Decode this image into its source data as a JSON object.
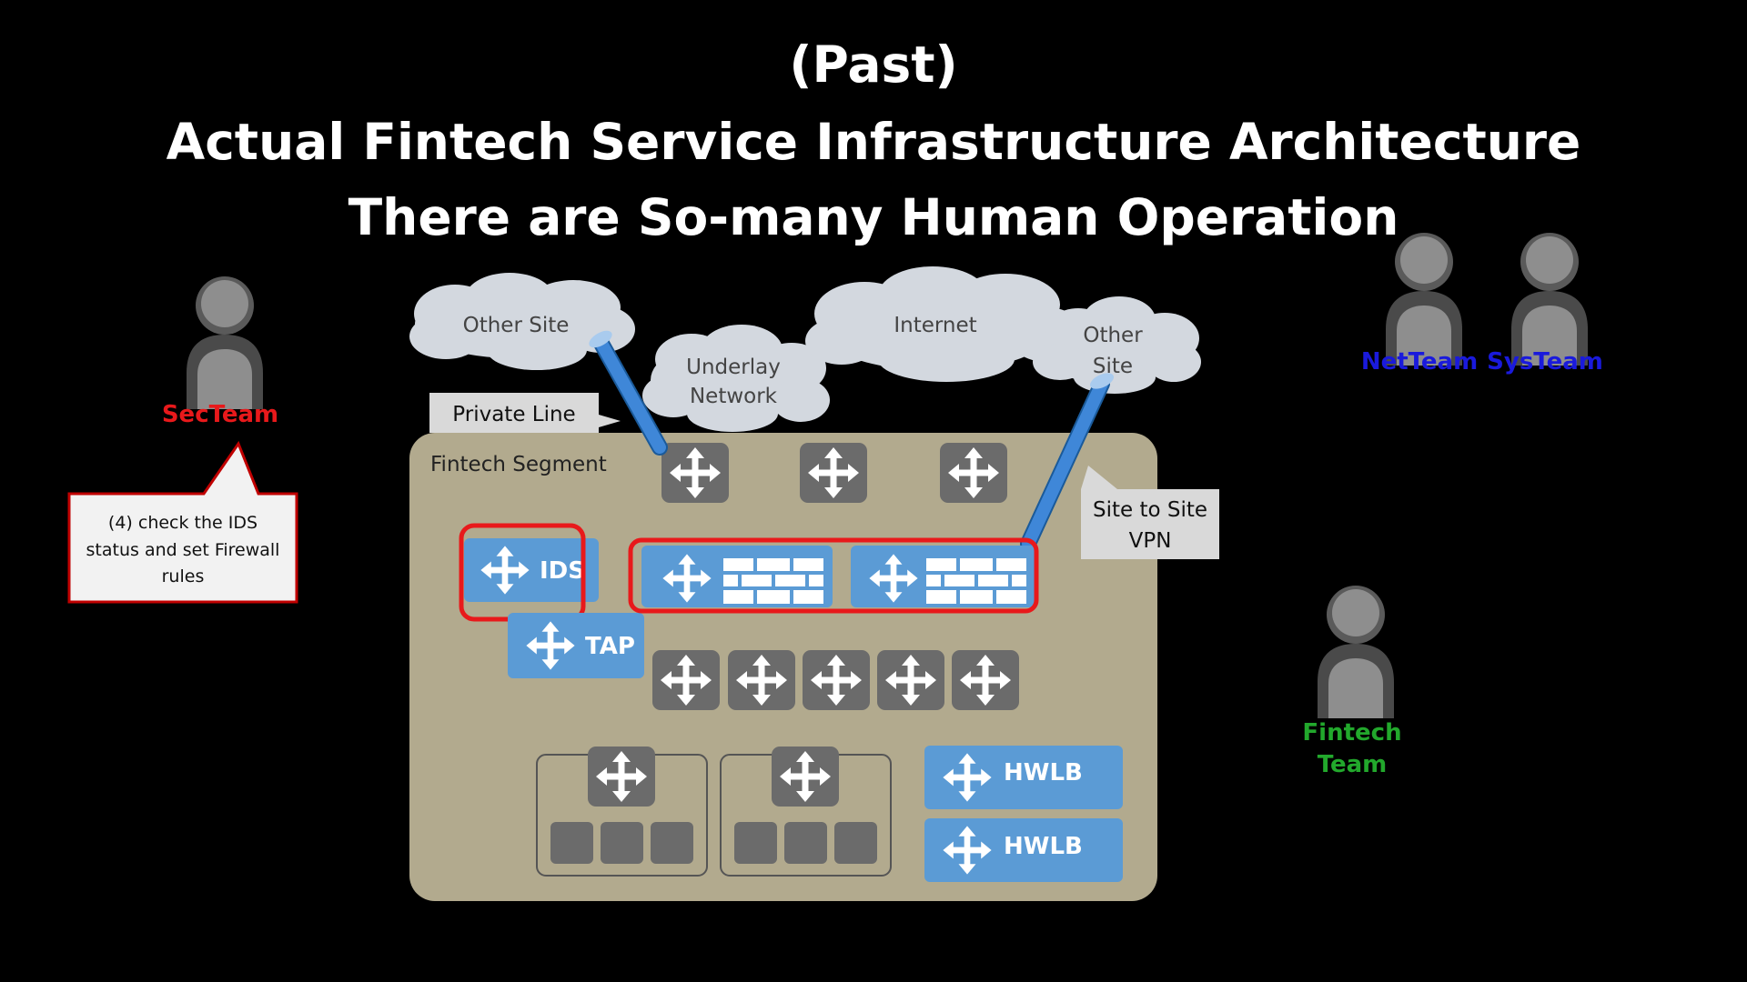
{
  "title": {
    "line1": "(Past)",
    "line2": "Actual Fintech Service Infrastructure Architecture",
    "line3": "There are So-many Human Operation"
  },
  "clouds": {
    "other_site_left": "Other Site",
    "underlay_line1": "Underlay",
    "underlay_line2": "Network",
    "internet": "Internet",
    "other_site_right_line1": "Other",
    "other_site_right_line2": "Site"
  },
  "callouts": {
    "private_line": "Private Line",
    "vpn_line1": "Site to Site",
    "vpn_line2": "VPN"
  },
  "segment": {
    "label": "Fintech Segment"
  },
  "devices": {
    "ids": "IDS",
    "tap": "TAP",
    "hwlb1": "HWLB",
    "hwlb2": "HWLB"
  },
  "people": {
    "secteam": {
      "label": "SecTeam",
      "color": "#e8191b"
    },
    "netteam": {
      "label": "NetTeam",
      "color": "#1a1adc"
    },
    "systeam": {
      "label": "SysTeam",
      "color": "#1a1adc"
    },
    "fintech_line1": "Fintech",
    "fintech_line2": "Team",
    "fintech_color": "#22a82c"
  },
  "note": {
    "line1": "(4)  check the IDS",
    "line2": "status and set Firewall",
    "line3": "rules"
  },
  "colors": {
    "device_blue": "#5b9bd5",
    "router_gray": "#6b6b6b",
    "segment_bg": "#b2aa8e",
    "highlight_red": "#e8191b",
    "cloud_fill": "#d3d8df"
  }
}
